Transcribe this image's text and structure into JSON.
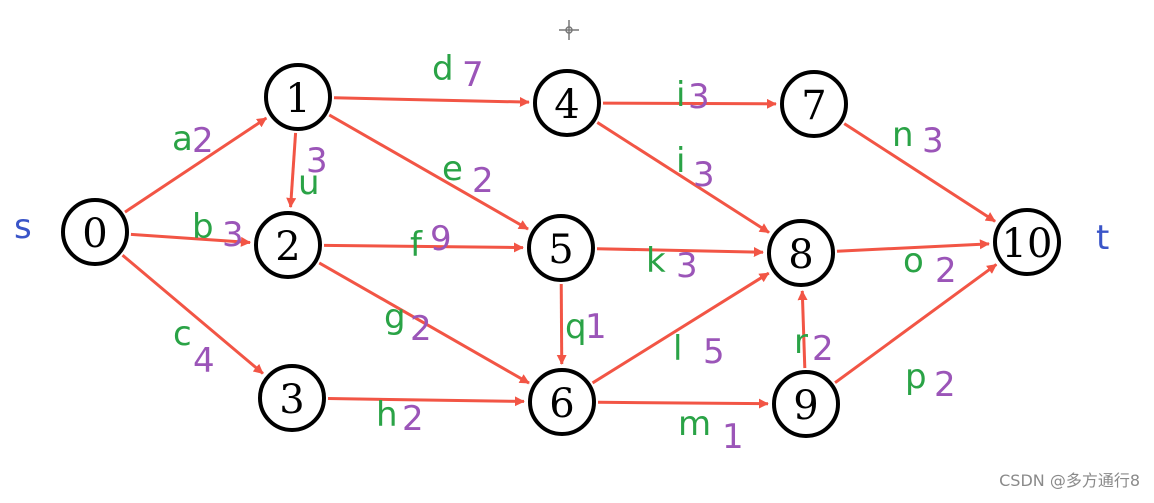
{
  "graph": {
    "source_label": "s",
    "sink_label": "t",
    "nodes": [
      {
        "id": "0",
        "label": "0"
      },
      {
        "id": "1",
        "label": "1"
      },
      {
        "id": "2",
        "label": "2"
      },
      {
        "id": "3",
        "label": "3"
      },
      {
        "id": "4",
        "label": "4"
      },
      {
        "id": "5",
        "label": "5"
      },
      {
        "id": "6",
        "label": "6"
      },
      {
        "id": "7",
        "label": "7"
      },
      {
        "id": "8",
        "label": "8"
      },
      {
        "id": "9",
        "label": "9"
      },
      {
        "id": "10",
        "label": "10"
      }
    ],
    "edges": [
      {
        "from": "0",
        "to": "1",
        "letter": "a",
        "weight": "2"
      },
      {
        "from": "0",
        "to": "2",
        "letter": "b",
        "weight": "3"
      },
      {
        "from": "0",
        "to": "3",
        "letter": "c",
        "weight": "4"
      },
      {
        "from": "1",
        "to": "4",
        "letter": "d",
        "weight": "7"
      },
      {
        "from": "1",
        "to": "2",
        "letter": "u",
        "weight": "3"
      },
      {
        "from": "1",
        "to": "5",
        "letter": "e",
        "weight": "2"
      },
      {
        "from": "2",
        "to": "5",
        "letter": "f",
        "weight": "9"
      },
      {
        "from": "2",
        "to": "6",
        "letter": "g",
        "weight": "2"
      },
      {
        "from": "3",
        "to": "6",
        "letter": "h",
        "weight": "2"
      },
      {
        "from": "4",
        "to": "7",
        "letter": "i",
        "weight": "3"
      },
      {
        "from": "4",
        "to": "8",
        "letter": "i",
        "weight": "3"
      },
      {
        "from": "5",
        "to": "8",
        "letter": "k",
        "weight": "3"
      },
      {
        "from": "5",
        "to": "6",
        "letter": "q",
        "weight": "1"
      },
      {
        "from": "6",
        "to": "8",
        "letter": "l",
        "weight": "5"
      },
      {
        "from": "6",
        "to": "9",
        "letter": "m",
        "weight": "1"
      },
      {
        "from": "9",
        "to": "8",
        "letter": "r",
        "weight": "2"
      },
      {
        "from": "7",
        "to": "10",
        "letter": "n",
        "weight": "3"
      },
      {
        "from": "8",
        "to": "10",
        "letter": "o",
        "weight": "2"
      },
      {
        "from": "9",
        "to": "10",
        "letter": "p",
        "weight": "2"
      }
    ]
  },
  "colors": {
    "edge": "#f25545",
    "letter": "#2aa346",
    "weight": "#9b55b8",
    "st": "#3a55c8"
  },
  "watermark": "CSDN @多方通行8",
  "icons": {
    "cursor": "crosshair-cursor-icon"
  }
}
